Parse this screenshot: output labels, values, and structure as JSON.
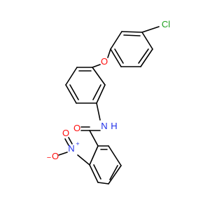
{
  "molecule": {
    "atom_labels": {
      "chlorine": "Cl",
      "ether_oxygen": "O",
      "amide_oxygen": "O",
      "amide_nitrogen": "N",
      "amide_hydrogen": "H",
      "nitro_nitrogen": "N",
      "nitro_n_charge": "+",
      "nitro_oxygen_double": "O",
      "nitro_oxygen_single": "O",
      "nitro_o_charge": "−"
    },
    "colors": {
      "bond": "#000000",
      "chlorine": "#1FA01F",
      "oxygen": "#FF0D0D",
      "nitrogen": "#1F2FE8"
    }
  }
}
